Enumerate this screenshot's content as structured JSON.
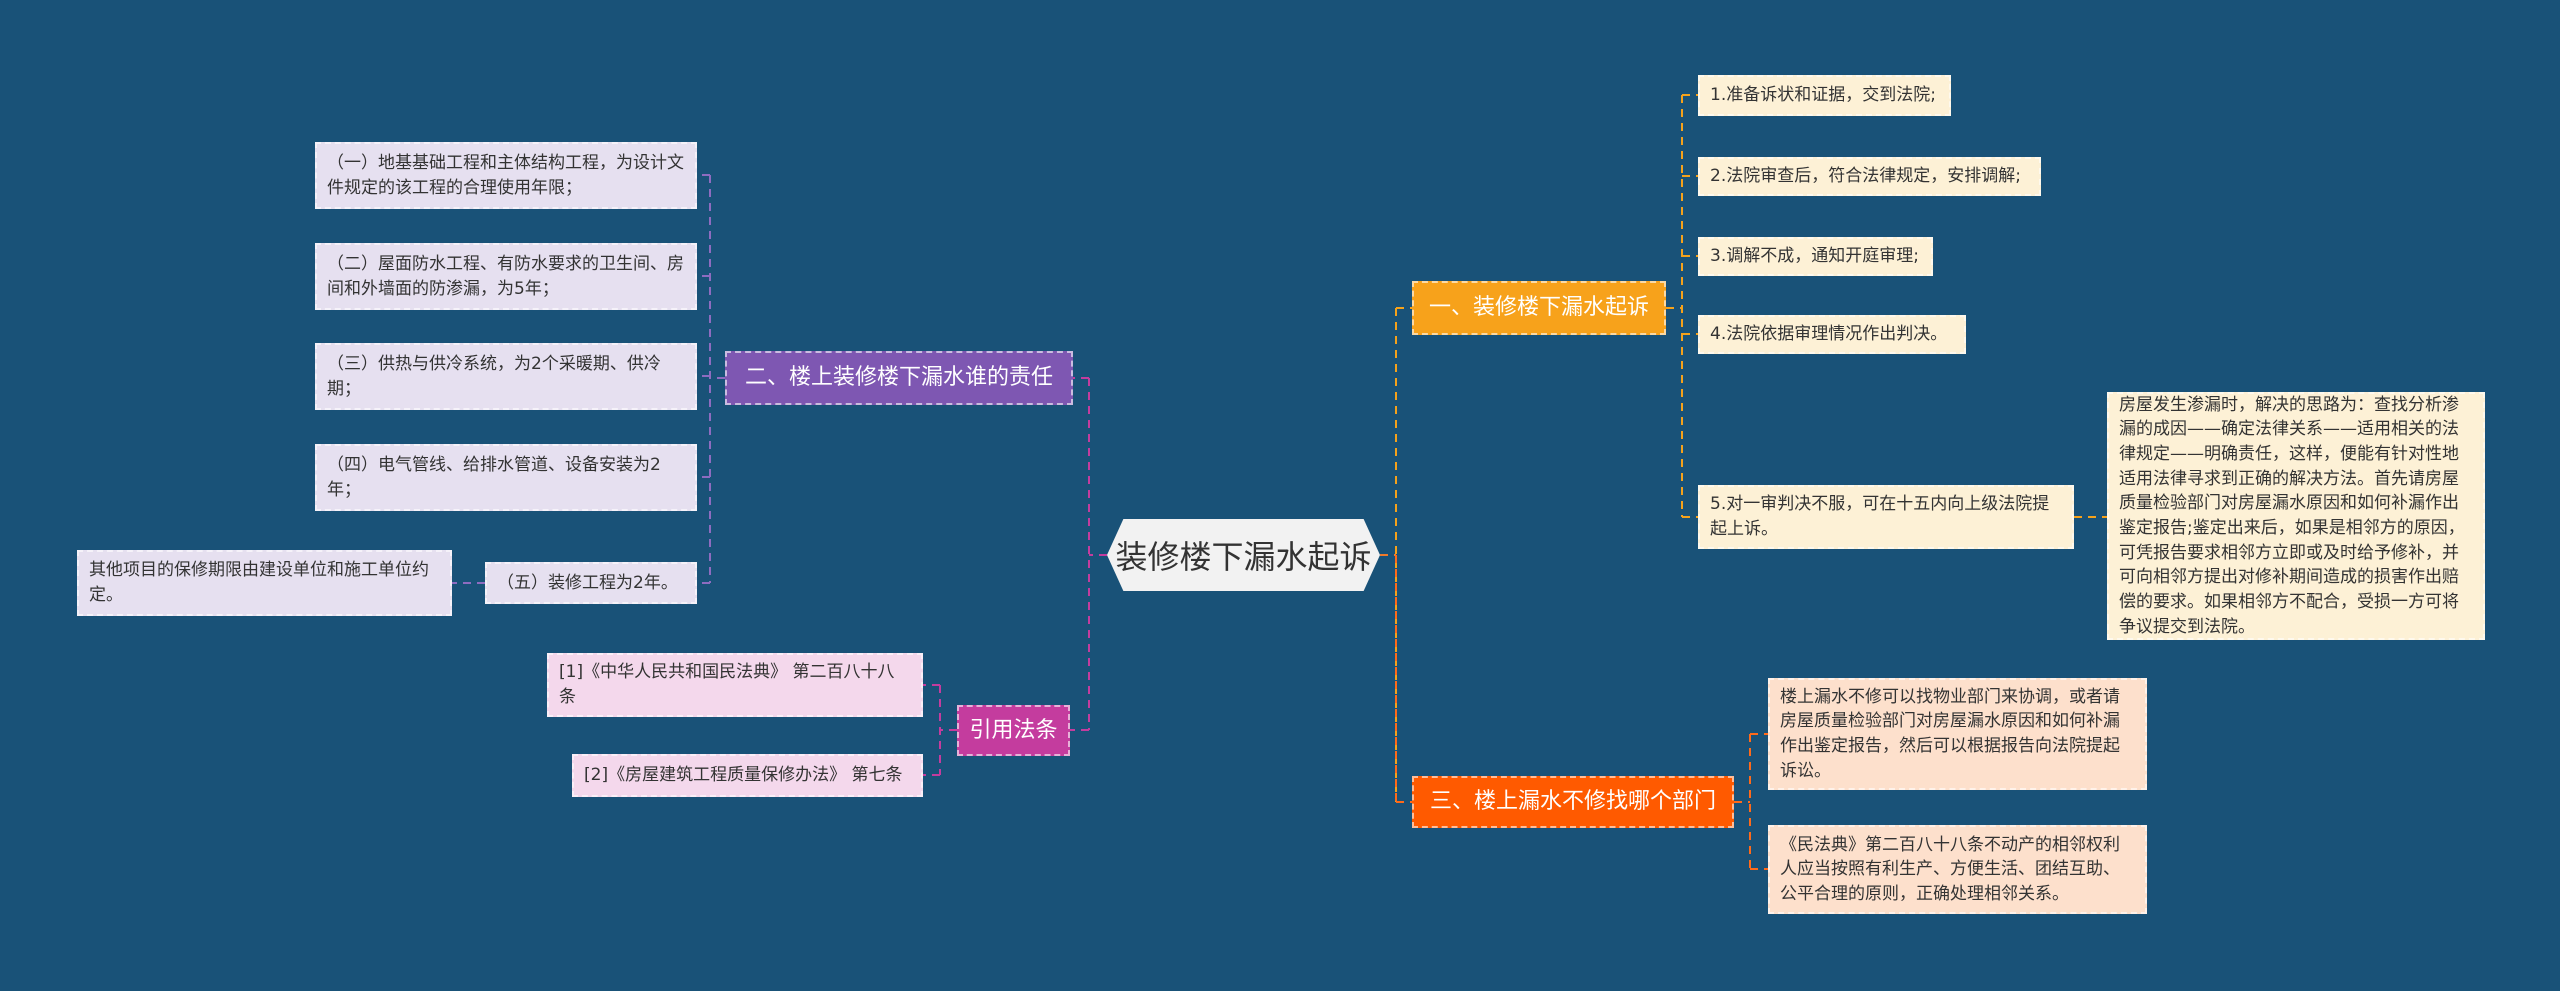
{
  "center": {
    "title": "装修楼下漏水起诉"
  },
  "branches": {
    "sue": {
      "label": "一、装修楼下漏水起诉",
      "color": "#f7a21b",
      "items": [
        "1.准备诉状和证据，交到法院;",
        "2.法院审查后，符合法律规定，安排调解;",
        "3.调解不成，通知开庭审理;",
        "4.法院依据审理情况作出判决。",
        "5.对一审判决不服，可在十五内向上级法院提起上诉。"
      ],
      "detail": "房屋发生渗漏时，解决的思路为：查找分析渗漏的成因——确定法律关系——适用相关的法律规定——明确责任，这样，便能有针对性地适用法律寻求到正确的解决方法。首先请房屋质量检验部门对房屋漏水原因和如何补漏作出鉴定报告;鉴定出来后，如果是相邻方的原因，可凭报告要求相邻方立即或及时给予修补，并可向相邻方提出对修补期间造成的损害作出赔偿的要求。如果相邻方不配合，受损一方可将争议提交到法院。"
    },
    "responsibility": {
      "label": "二、楼上装修楼下漏水谁的责任",
      "color": "#7e57b2",
      "items": [
        "（一）地基基础工程和主体结构工程，为设计文件规定的该工程的合理使用年限；",
        "（二）屋面防水工程、有防水要求的卫生间、房间和外墙面的防渗漏，为5年；",
        "（三）供热与供冷系统，为2个采暖期、供冷期；",
        "（四）电气管线、给排水管道、设备安装为2年；",
        "（五）装修工程为2年。"
      ],
      "detail": "其他项目的保修期限由建设单位和施工单位约定。"
    },
    "department": {
      "label": "三、楼上漏水不修找哪个部门",
      "color": "#ff5a00",
      "items": [
        "楼上漏水不修可以找物业部门来协调，或者请房屋质量检验部门对房屋漏水原因和如何补漏作出鉴定报告，然后可以根据报告向法院提起诉讼。",
        "《民法典》第二百八十八条不动产的相邻权利人应当按照有利生产、方便生活、团结互助、公平合理的原则，正确处理相邻关系。"
      ]
    },
    "references": {
      "label": "引用法条",
      "color": "#c43c9e",
      "items": [
        "[1]《中华人民共和国民法典》 第二百八十八条",
        "[2]《房屋建筑工程质量保修办法》 第七条"
      ]
    }
  }
}
